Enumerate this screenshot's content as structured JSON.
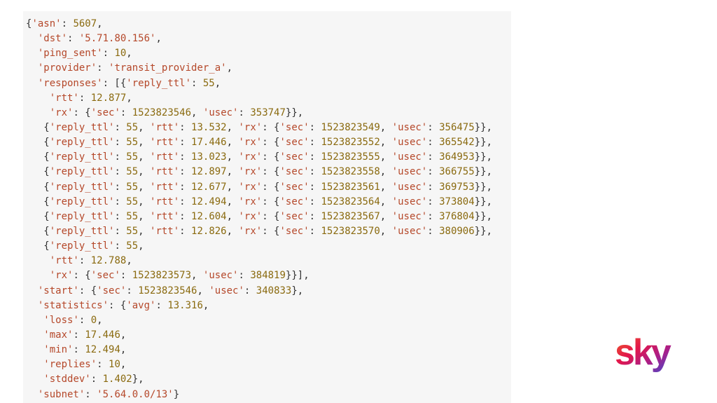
{
  "code": {
    "lines": [
      [
        [
          "p",
          "{"
        ],
        [
          "s",
          "'asn'"
        ],
        [
          "p",
          ": "
        ],
        [
          "n",
          "5607"
        ],
        [
          "p",
          ","
        ]
      ],
      [
        [
          "p",
          "  "
        ],
        [
          "s",
          "'dst'"
        ],
        [
          "p",
          ": "
        ],
        [
          "s",
          "'5.71.80.156'"
        ],
        [
          "p",
          ","
        ]
      ],
      [
        [
          "p",
          "  "
        ],
        [
          "s",
          "'ping_sent'"
        ],
        [
          "p",
          ": "
        ],
        [
          "n",
          "10"
        ],
        [
          "p",
          ","
        ]
      ],
      [
        [
          "p",
          "  "
        ],
        [
          "s",
          "'provider'"
        ],
        [
          "p",
          ": "
        ],
        [
          "s",
          "'transit_provider_a'"
        ],
        [
          "p",
          ","
        ]
      ],
      [
        [
          "p",
          "  "
        ],
        [
          "s",
          "'responses'"
        ],
        [
          "p",
          ": [{"
        ],
        [
          "s",
          "'reply_ttl'"
        ],
        [
          "p",
          ": "
        ],
        [
          "n",
          "55"
        ],
        [
          "p",
          ","
        ]
      ],
      [
        [
          "p",
          "    "
        ],
        [
          "s",
          "'rtt'"
        ],
        [
          "p",
          ": "
        ],
        [
          "n",
          "12.877"
        ],
        [
          "p",
          ","
        ]
      ],
      [
        [
          "p",
          "    "
        ],
        [
          "s",
          "'rx'"
        ],
        [
          "p",
          ": {"
        ],
        [
          "s",
          "'sec'"
        ],
        [
          "p",
          ": "
        ],
        [
          "n",
          "1523823546"
        ],
        [
          "p",
          ", "
        ],
        [
          "s",
          "'usec'"
        ],
        [
          "p",
          ": "
        ],
        [
          "n",
          "353747"
        ],
        [
          "p",
          "}},"
        ]
      ],
      [
        [
          "p",
          "   {"
        ],
        [
          "s",
          "'reply_ttl'"
        ],
        [
          "p",
          ": "
        ],
        [
          "n",
          "55"
        ],
        [
          "p",
          ", "
        ],
        [
          "s",
          "'rtt'"
        ],
        [
          "p",
          ": "
        ],
        [
          "n",
          "13.532"
        ],
        [
          "p",
          ", "
        ],
        [
          "s",
          "'rx'"
        ],
        [
          "p",
          ": {"
        ],
        [
          "s",
          "'sec'"
        ],
        [
          "p",
          ": "
        ],
        [
          "n",
          "1523823549"
        ],
        [
          "p",
          ", "
        ],
        [
          "s",
          "'usec'"
        ],
        [
          "p",
          ": "
        ],
        [
          "n",
          "356475"
        ],
        [
          "p",
          "}},"
        ]
      ],
      [
        [
          "p",
          "   {"
        ],
        [
          "s",
          "'reply_ttl'"
        ],
        [
          "p",
          ": "
        ],
        [
          "n",
          "55"
        ],
        [
          "p",
          ", "
        ],
        [
          "s",
          "'rtt'"
        ],
        [
          "p",
          ": "
        ],
        [
          "n",
          "17.446"
        ],
        [
          "p",
          ", "
        ],
        [
          "s",
          "'rx'"
        ],
        [
          "p",
          ": {"
        ],
        [
          "s",
          "'sec'"
        ],
        [
          "p",
          ": "
        ],
        [
          "n",
          "1523823552"
        ],
        [
          "p",
          ", "
        ],
        [
          "s",
          "'usec'"
        ],
        [
          "p",
          ": "
        ],
        [
          "n",
          "365542"
        ],
        [
          "p",
          "}},"
        ]
      ],
      [
        [
          "p",
          "   {"
        ],
        [
          "s",
          "'reply_ttl'"
        ],
        [
          "p",
          ": "
        ],
        [
          "n",
          "55"
        ],
        [
          "p",
          ", "
        ],
        [
          "s",
          "'rtt'"
        ],
        [
          "p",
          ": "
        ],
        [
          "n",
          "13.023"
        ],
        [
          "p",
          ", "
        ],
        [
          "s",
          "'rx'"
        ],
        [
          "p",
          ": {"
        ],
        [
          "s",
          "'sec'"
        ],
        [
          "p",
          ": "
        ],
        [
          "n",
          "1523823555"
        ],
        [
          "p",
          ", "
        ],
        [
          "s",
          "'usec'"
        ],
        [
          "p",
          ": "
        ],
        [
          "n",
          "364953"
        ],
        [
          "p",
          "}},"
        ]
      ],
      [
        [
          "p",
          "   {"
        ],
        [
          "s",
          "'reply_ttl'"
        ],
        [
          "p",
          ": "
        ],
        [
          "n",
          "55"
        ],
        [
          "p",
          ", "
        ],
        [
          "s",
          "'rtt'"
        ],
        [
          "p",
          ": "
        ],
        [
          "n",
          "12.897"
        ],
        [
          "p",
          ", "
        ],
        [
          "s",
          "'rx'"
        ],
        [
          "p",
          ": {"
        ],
        [
          "s",
          "'sec'"
        ],
        [
          "p",
          ": "
        ],
        [
          "n",
          "1523823558"
        ],
        [
          "p",
          ", "
        ],
        [
          "s",
          "'usec'"
        ],
        [
          "p",
          ": "
        ],
        [
          "n",
          "366755"
        ],
        [
          "p",
          "}},"
        ]
      ],
      [
        [
          "p",
          "   {"
        ],
        [
          "s",
          "'reply_ttl'"
        ],
        [
          "p",
          ": "
        ],
        [
          "n",
          "55"
        ],
        [
          "p",
          ", "
        ],
        [
          "s",
          "'rtt'"
        ],
        [
          "p",
          ": "
        ],
        [
          "n",
          "12.677"
        ],
        [
          "p",
          ", "
        ],
        [
          "s",
          "'rx'"
        ],
        [
          "p",
          ": {"
        ],
        [
          "s",
          "'sec'"
        ],
        [
          "p",
          ": "
        ],
        [
          "n",
          "1523823561"
        ],
        [
          "p",
          ", "
        ],
        [
          "s",
          "'usec'"
        ],
        [
          "p",
          ": "
        ],
        [
          "n",
          "369753"
        ],
        [
          "p",
          "}},"
        ]
      ],
      [
        [
          "p",
          "   {"
        ],
        [
          "s",
          "'reply_ttl'"
        ],
        [
          "p",
          ": "
        ],
        [
          "n",
          "55"
        ],
        [
          "p",
          ", "
        ],
        [
          "s",
          "'rtt'"
        ],
        [
          "p",
          ": "
        ],
        [
          "n",
          "12.494"
        ],
        [
          "p",
          ", "
        ],
        [
          "s",
          "'rx'"
        ],
        [
          "p",
          ": {"
        ],
        [
          "s",
          "'sec'"
        ],
        [
          "p",
          ": "
        ],
        [
          "n",
          "1523823564"
        ],
        [
          "p",
          ", "
        ],
        [
          "s",
          "'usec'"
        ],
        [
          "p",
          ": "
        ],
        [
          "n",
          "373804"
        ],
        [
          "p",
          "}},"
        ]
      ],
      [
        [
          "p",
          "   {"
        ],
        [
          "s",
          "'reply_ttl'"
        ],
        [
          "p",
          ": "
        ],
        [
          "n",
          "55"
        ],
        [
          "p",
          ", "
        ],
        [
          "s",
          "'rtt'"
        ],
        [
          "p",
          ": "
        ],
        [
          "n",
          "12.604"
        ],
        [
          "p",
          ", "
        ],
        [
          "s",
          "'rx'"
        ],
        [
          "p",
          ": {"
        ],
        [
          "s",
          "'sec'"
        ],
        [
          "p",
          ": "
        ],
        [
          "n",
          "1523823567"
        ],
        [
          "p",
          ", "
        ],
        [
          "s",
          "'usec'"
        ],
        [
          "p",
          ": "
        ],
        [
          "n",
          "376804"
        ],
        [
          "p",
          "}},"
        ]
      ],
      [
        [
          "p",
          "   {"
        ],
        [
          "s",
          "'reply_ttl'"
        ],
        [
          "p",
          ": "
        ],
        [
          "n",
          "55"
        ],
        [
          "p",
          ", "
        ],
        [
          "s",
          "'rtt'"
        ],
        [
          "p",
          ": "
        ],
        [
          "n",
          "12.826"
        ],
        [
          "p",
          ", "
        ],
        [
          "s",
          "'rx'"
        ],
        [
          "p",
          ": {"
        ],
        [
          "s",
          "'sec'"
        ],
        [
          "p",
          ": "
        ],
        [
          "n",
          "1523823570"
        ],
        [
          "p",
          ", "
        ],
        [
          "s",
          "'usec'"
        ],
        [
          "p",
          ": "
        ],
        [
          "n",
          "380906"
        ],
        [
          "p",
          "}},"
        ]
      ],
      [
        [
          "p",
          "   {"
        ],
        [
          "s",
          "'reply_ttl'"
        ],
        [
          "p",
          ": "
        ],
        [
          "n",
          "55"
        ],
        [
          "p",
          ","
        ]
      ],
      [
        [
          "p",
          "    "
        ],
        [
          "s",
          "'rtt'"
        ],
        [
          "p",
          ": "
        ],
        [
          "n",
          "12.788"
        ],
        [
          "p",
          ","
        ]
      ],
      [
        [
          "p",
          "    "
        ],
        [
          "s",
          "'rx'"
        ],
        [
          "p",
          ": {"
        ],
        [
          "s",
          "'sec'"
        ],
        [
          "p",
          ": "
        ],
        [
          "n",
          "1523823573"
        ],
        [
          "p",
          ", "
        ],
        [
          "s",
          "'usec'"
        ],
        [
          "p",
          ": "
        ],
        [
          "n",
          "384819"
        ],
        [
          "p",
          "}}],"
        ]
      ],
      [
        [
          "p",
          "  "
        ],
        [
          "s",
          "'start'"
        ],
        [
          "p",
          ": {"
        ],
        [
          "s",
          "'sec'"
        ],
        [
          "p",
          ": "
        ],
        [
          "n",
          "1523823546"
        ],
        [
          "p",
          ", "
        ],
        [
          "s",
          "'usec'"
        ],
        [
          "p",
          ": "
        ],
        [
          "n",
          "340833"
        ],
        [
          "p",
          "},"
        ]
      ],
      [
        [
          "p",
          "  "
        ],
        [
          "s",
          "'statistics'"
        ],
        [
          "p",
          ": {"
        ],
        [
          "s",
          "'avg'"
        ],
        [
          "p",
          ": "
        ],
        [
          "n",
          "13.316"
        ],
        [
          "p",
          ","
        ]
      ],
      [
        [
          "p",
          "   "
        ],
        [
          "s",
          "'loss'"
        ],
        [
          "p",
          ": "
        ],
        [
          "n",
          "0"
        ],
        [
          "p",
          ","
        ]
      ],
      [
        [
          "p",
          "   "
        ],
        [
          "s",
          "'max'"
        ],
        [
          "p",
          ": "
        ],
        [
          "n",
          "17.446"
        ],
        [
          "p",
          ","
        ]
      ],
      [
        [
          "p",
          "   "
        ],
        [
          "s",
          "'min'"
        ],
        [
          "p",
          ": "
        ],
        [
          "n",
          "12.494"
        ],
        [
          "p",
          ","
        ]
      ],
      [
        [
          "p",
          "   "
        ],
        [
          "s",
          "'replies'"
        ],
        [
          "p",
          ": "
        ],
        [
          "n",
          "10"
        ],
        [
          "p",
          ","
        ]
      ],
      [
        [
          "p",
          "   "
        ],
        [
          "s",
          "'stddev'"
        ],
        [
          "p",
          ": "
        ],
        [
          "n",
          "1.402"
        ],
        [
          "p",
          "},"
        ]
      ],
      [
        [
          "p",
          "  "
        ],
        [
          "s",
          "'subnet'"
        ],
        [
          "p",
          ": "
        ],
        [
          "s",
          "'5.64.0.0/13'"
        ],
        [
          "p",
          "}"
        ]
      ]
    ]
  },
  "logo": {
    "text": "sky",
    "colors": [
      "#f26b21",
      "#e2164c",
      "#a4208e",
      "#3b4fd0"
    ]
  },
  "colors": {
    "string": "#b5482a",
    "number": "#8a6a0f",
    "punct": "#333333",
    "panel_bg": "#f6f6f6"
  }
}
